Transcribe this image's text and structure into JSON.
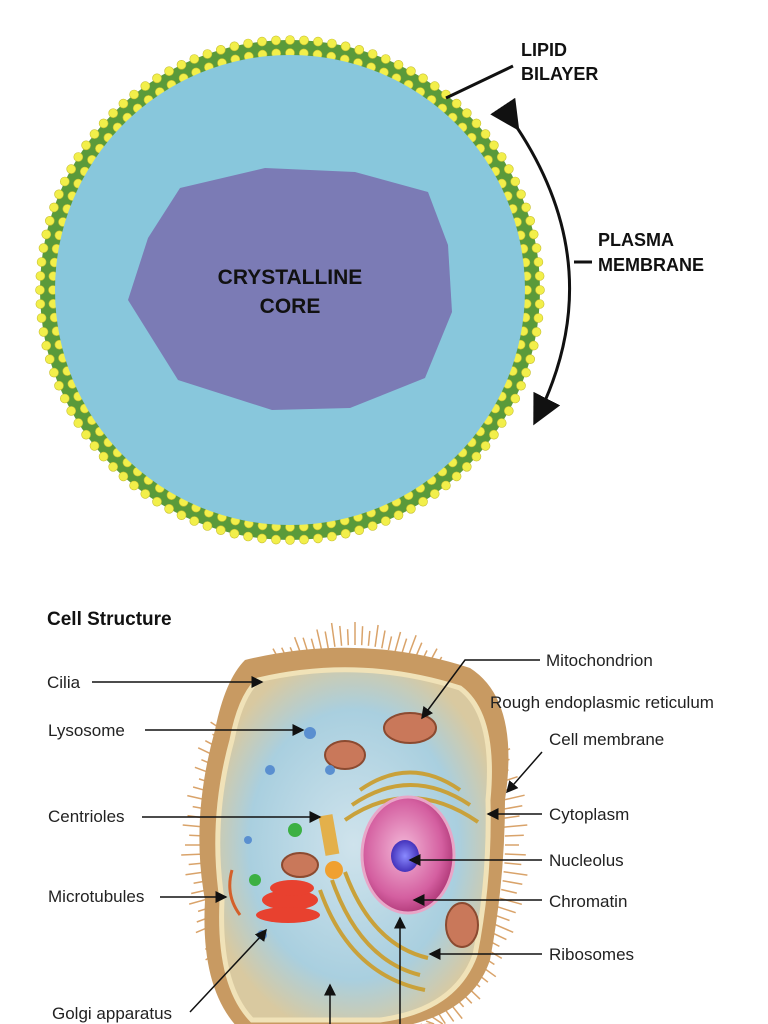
{
  "top_diagram": {
    "bilayer_label_line1": "LIPID",
    "bilayer_label_line2": "BILAYER",
    "membrane_label_line1": "PLASMA",
    "membrane_label_line2": "MEMBRANE",
    "core_label_line1": "CRYSTALLINE",
    "core_label_line2": "CORE",
    "colors": {
      "cytoplasm": "#88c7dc",
      "core": "#7b7bb5",
      "lipid_tail": "#5a9a3a",
      "lipid_head": "#f2ef4a"
    }
  },
  "cell_structure": {
    "title": "Cell Structure",
    "labels": {
      "cilia": "Cilia",
      "lysosome": "Lysosome",
      "centrioles": "Centrioles",
      "microtubules": "Microtubules",
      "golgi": "Golgi apparatus",
      "mitochondrion": "Mitochondrion",
      "rough_er": "Rough endoplasmic reticulum",
      "cell_membrane": "Cell membrane",
      "cytoplasm": "Cytoplasm",
      "nucleolus": "Nucleolus",
      "chromatin": "Chromatin",
      "ribosomes": "Ribosomes"
    }
  }
}
